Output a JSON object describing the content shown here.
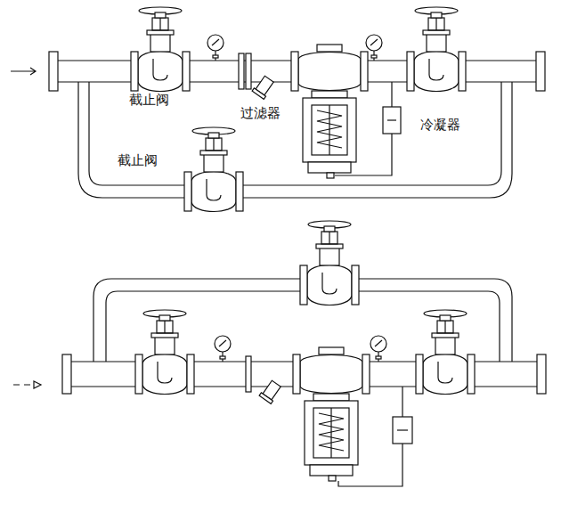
{
  "diagram": {
    "labels": [
      "截止阀",
      "过滤器",
      "冷凝器",
      "截止阀"
    ]
  }
}
